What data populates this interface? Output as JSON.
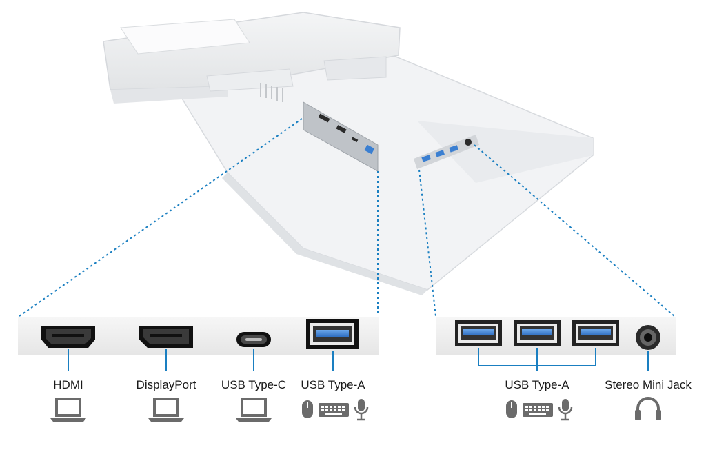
{
  "labels": {
    "hdmi": "HDMI",
    "displayport": "DisplayPort",
    "usb_c": "USB Type-C",
    "usb_a_left": "USB Type-A",
    "usb_a_right": "USB Type-A",
    "stereo_jack": "Stereo Mini Jack"
  },
  "colors": {
    "dotted_line": "#1a7fc1",
    "connector_line": "#1a7fc1",
    "usb_blue": "#3b7fd1",
    "icon_gray": "#666666",
    "panel_gray": "#ececec"
  },
  "icons": [
    "laptop-icon",
    "mouse-icon",
    "keyboard-icon",
    "microphone-icon",
    "headphones-icon"
  ]
}
